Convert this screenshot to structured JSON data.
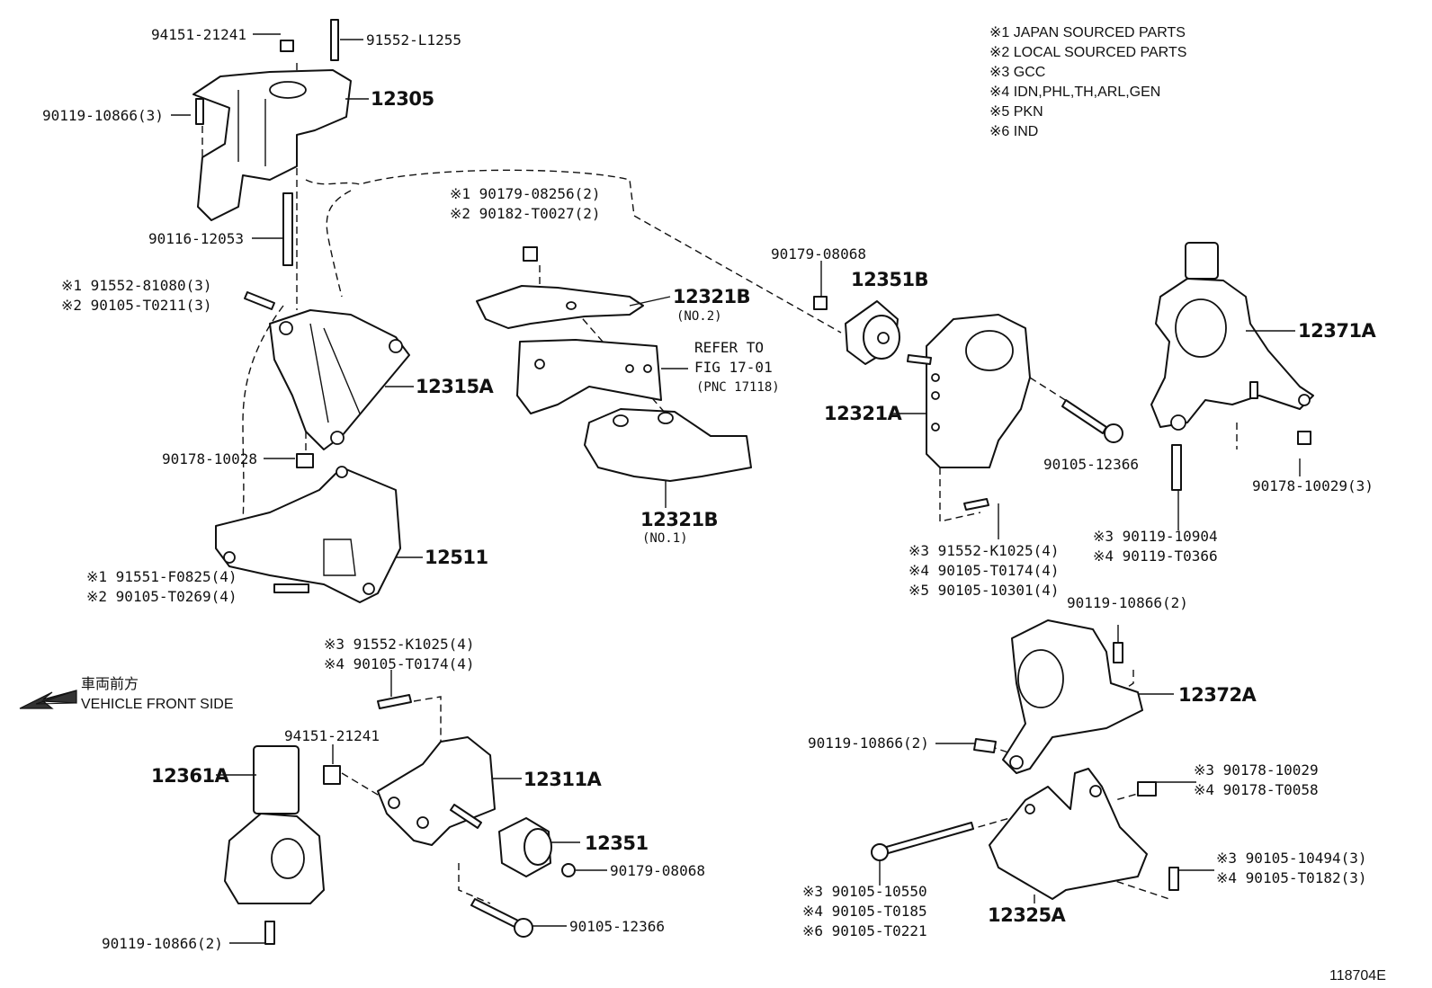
{
  "notes": [
    "※1 JAPAN SOURCED PARTS",
    "※2 LOCAL SOURCED PARTS",
    "※3 GCC",
    "※4 IDN,PHL,TH,ARL,GEN",
    "※5 PKN",
    "※6 IND"
  ],
  "direction": {
    "jp": "車両前方",
    "en": "VEHICLE FRONT SIDE"
  },
  "figure_id": "118704E",
  "refer": {
    "line1": "REFER TO",
    "line2": "FIG 17-01",
    "line3": "(PNC 17118)"
  },
  "parts": {
    "p12305": "12305",
    "p12315A": "12315A",
    "p12511": "12511",
    "p12321B_1": "12321B",
    "p12321B_1_sub": "(NO.1)",
    "p12321B_2": "12321B",
    "p12321B_2_sub": "(NO.2)",
    "p12351B": "12351B",
    "p12321A": "12321A",
    "p12371A": "12371A",
    "p12372A": "12372A",
    "p12361A": "12361A",
    "p12311A": "12311A",
    "p12351": "12351",
    "p12325A": "12325A"
  },
  "fasteners": {
    "f94151_top": "94151-21241",
    "f91552_L1255": "91552-L1255",
    "f90119_top": "90119-10866(3)",
    "f90116": "90116-12053",
    "f91552_81080": "※1 91552-81080(3)",
    "f90105_T0211": "※2 90105-T0211(3)",
    "f90178_10028": "90178-10028",
    "f91551_F0825": "※1 91551-F0825(4)",
    "f90105_T0269": "※2 90105-T0269(4)",
    "f90179_08256": "※1 90179-08256(2)",
    "f90182_T0027": "※2 90182-T0027(2)",
    "f90179_08068_top": "90179-08068",
    "f90105_12366_right": "90105-12366",
    "f91552_K1025_mid": "※3 91552-K1025(4)",
    "f90105_T0174_mid": "※4 90105-T0174(4)",
    "f90105_10301": "※5 90105-10301(4)",
    "f90178_10029_3": "90178-10029(3)",
    "f90119_10904": "※3 90119-10904",
    "f90119_T0366": "※4 90119-T0366",
    "f90119_10866_2_right": "90119-10866(2)",
    "f90119_10866_2_mid": "90119-10866(2)",
    "f91552_K1025_low": "※3 91552-K1025(4)",
    "f90105_T0174_low": "※4 90105-T0174(4)",
    "f94151_low": "94151-21241",
    "f90179_08068_low": "90179-08068",
    "f90105_12366_low": "90105-12366",
    "f90119_10866_2_low": "90119-10866(2)",
    "f90178_10029": "※3 90178-10029",
    "f90178_T0058": "※4 90178-T0058",
    "f90105_10550": "※3 90105-10550",
    "f90105_T0185": "※4 90105-T0185",
    "f90105_T0221": "※6 90105-T0221",
    "f90105_10494": "※3 90105-10494(3)",
    "f90105_T0182": "※4 90105-T0182(3)"
  }
}
